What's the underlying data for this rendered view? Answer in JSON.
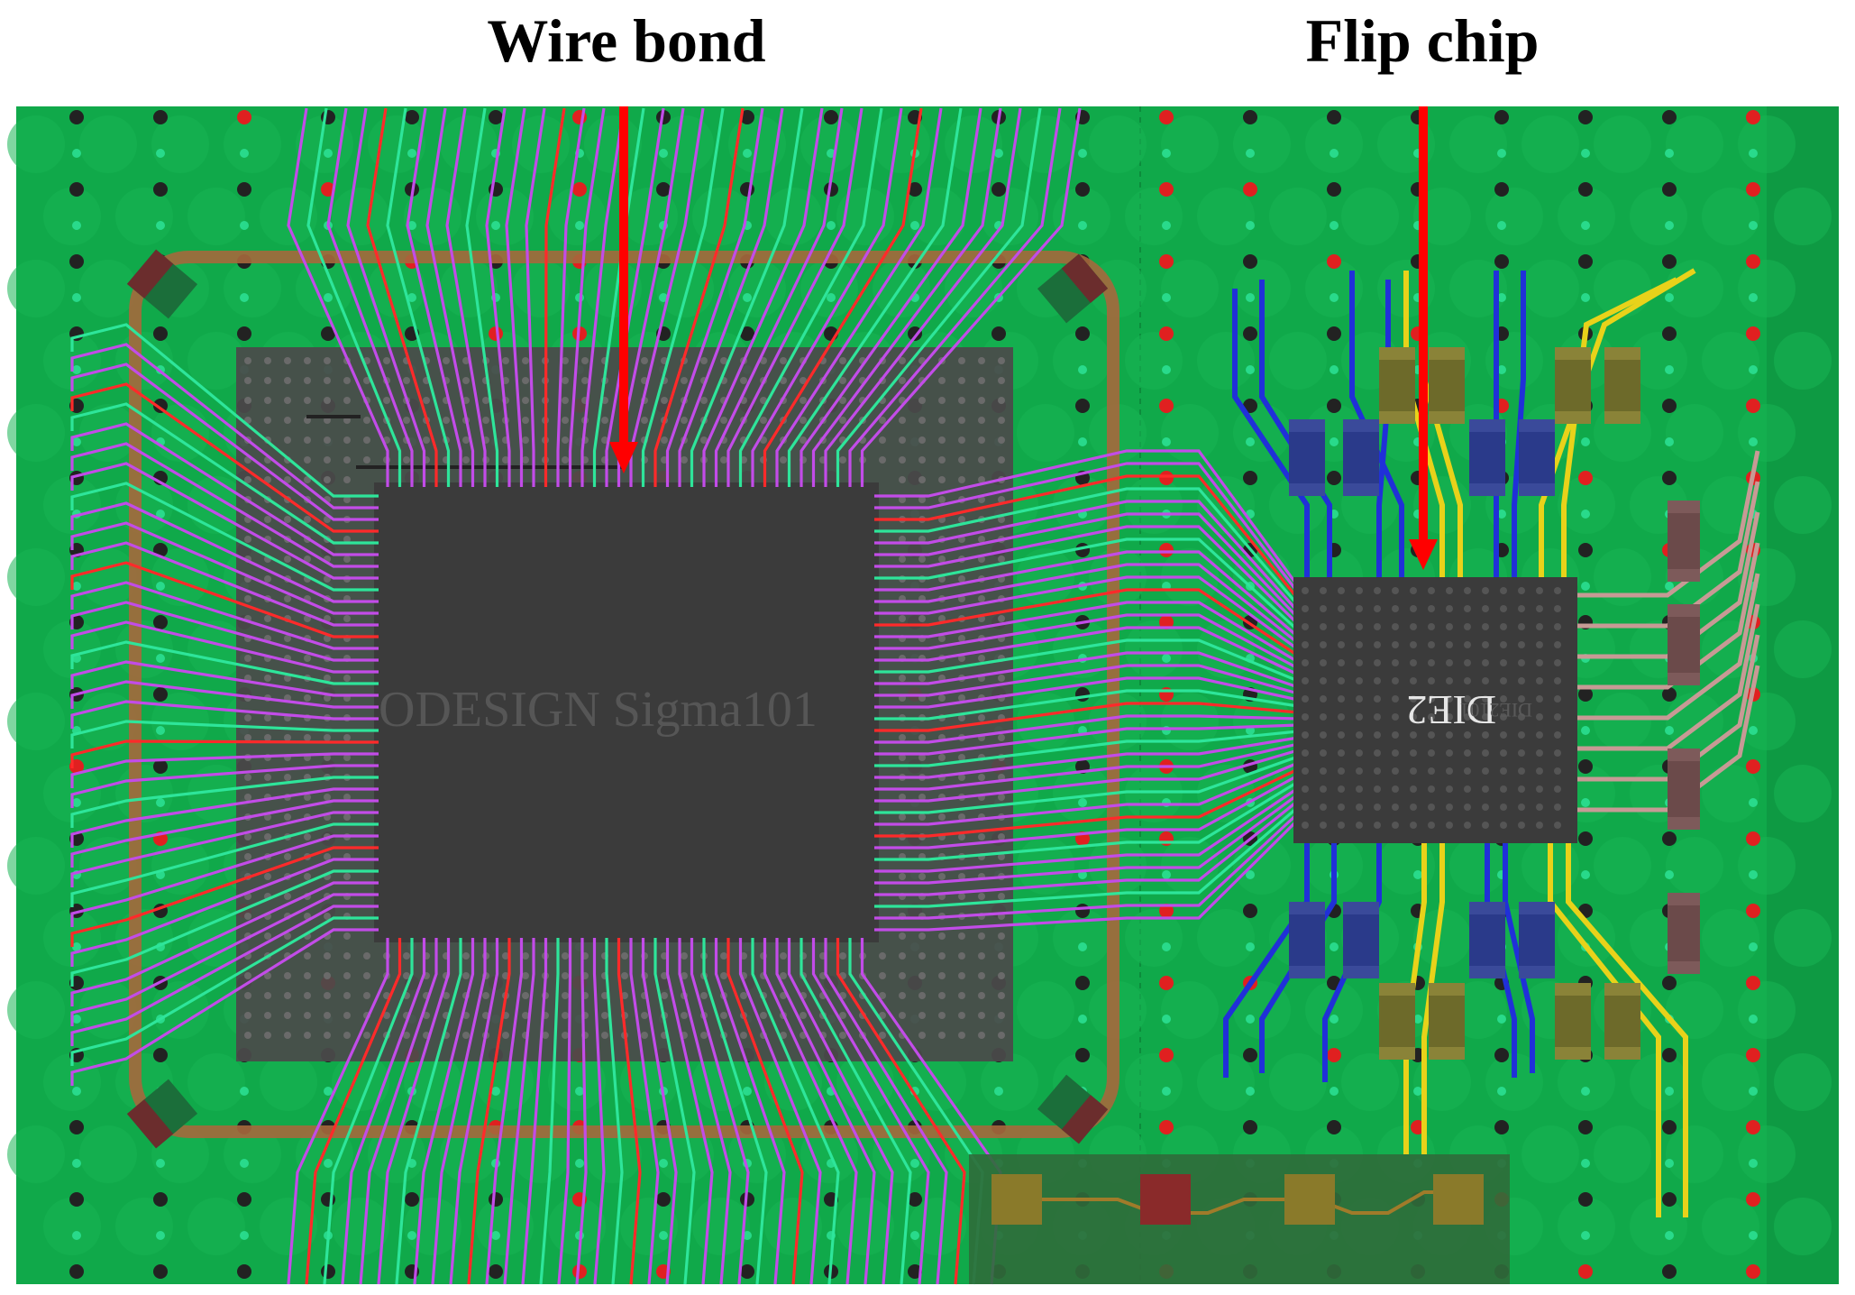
{
  "labels": {
    "wire_bond": "Wire bond",
    "flip_chip": "Flip chip"
  },
  "die1": {
    "watermark": "ODESIGN Sigma101"
  },
  "die2": {
    "name": "DIE2",
    "ghost": "DIE2101"
  },
  "colors": {
    "board": "#10a94a",
    "board_edge": "#0e9a43",
    "die": "#3b3b3b",
    "package": "#4a4a4a",
    "bond_wire": "#c24ce8",
    "trace_green": "#2ee59a",
    "trace_red": "#ff2a2a",
    "trace_blue": "#2030d8",
    "trace_yellow": "#e8d21a",
    "trace_pink": "#c79a95",
    "ring": "#a5683c",
    "arrow": "#ff0000",
    "via_black": "#222222",
    "via_red": "#e02020"
  }
}
